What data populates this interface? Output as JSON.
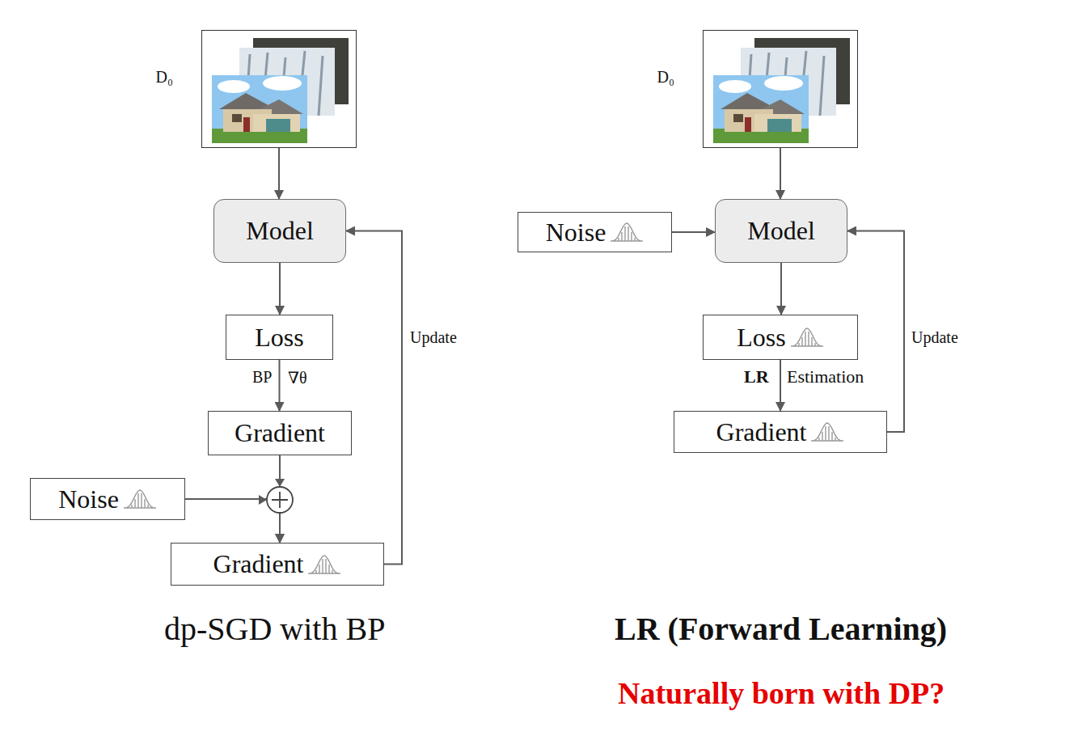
{
  "diagram": {
    "nodes": [
      {
        "text": [
          "D₀"
        ]
      },
      {
        "text": [
          "Model"
        ]
      },
      {
        "text": [
          "Loss"
        ]
      },
      {
        "text": [
          "Gradient"
        ]
      },
      {
        "text": [
          "Noise"
        ]
      },
      {
        "text": [
          "Gradient"
        ]
      },
      {
        "text": [
          "D₀"
        ]
      },
      {
        "text": [
          "Noise"
        ]
      },
      {
        "text": [
          "Model"
        ]
      },
      {
        "text": [
          "Loss"
        ]
      },
      {
        "text": [
          "Gradient"
        ]
      }
    ],
    "edges": [
      {
        "from": 0,
        "to": 1,
        "arrow": "to"
      },
      {
        "from": 1,
        "to": 2,
        "arrow": "to"
      },
      {
        "from": 2,
        "to": 3,
        "label": "BP",
        "arrow": "to"
      },
      {
        "from": 3,
        "to": 5,
        "arrow": "to"
      },
      {
        "from": 4,
        "to": 5,
        "arrow": "to"
      },
      {
        "from": 5,
        "to": 1,
        "label": "Update",
        "arrow": "to"
      },
      {
        "from": 6,
        "to": 8,
        "arrow": "to"
      },
      {
        "from": 7,
        "to": 8,
        "arrow": "to"
      },
      {
        "from": 8,
        "to": 9,
        "arrow": "to"
      },
      {
        "from": 9,
        "to": 10,
        "label": "LR",
        "arrow": "to"
      },
      {
        "from": 10,
        "to": 8,
        "label": "Update",
        "arrow": "to"
      }
    ],
    "labels": [
      "∇θ",
      "Estimation",
      "dp-SGD with BP",
      "LR (Forward Learning)",
      "Naturally born with DP?"
    ]
  }
}
